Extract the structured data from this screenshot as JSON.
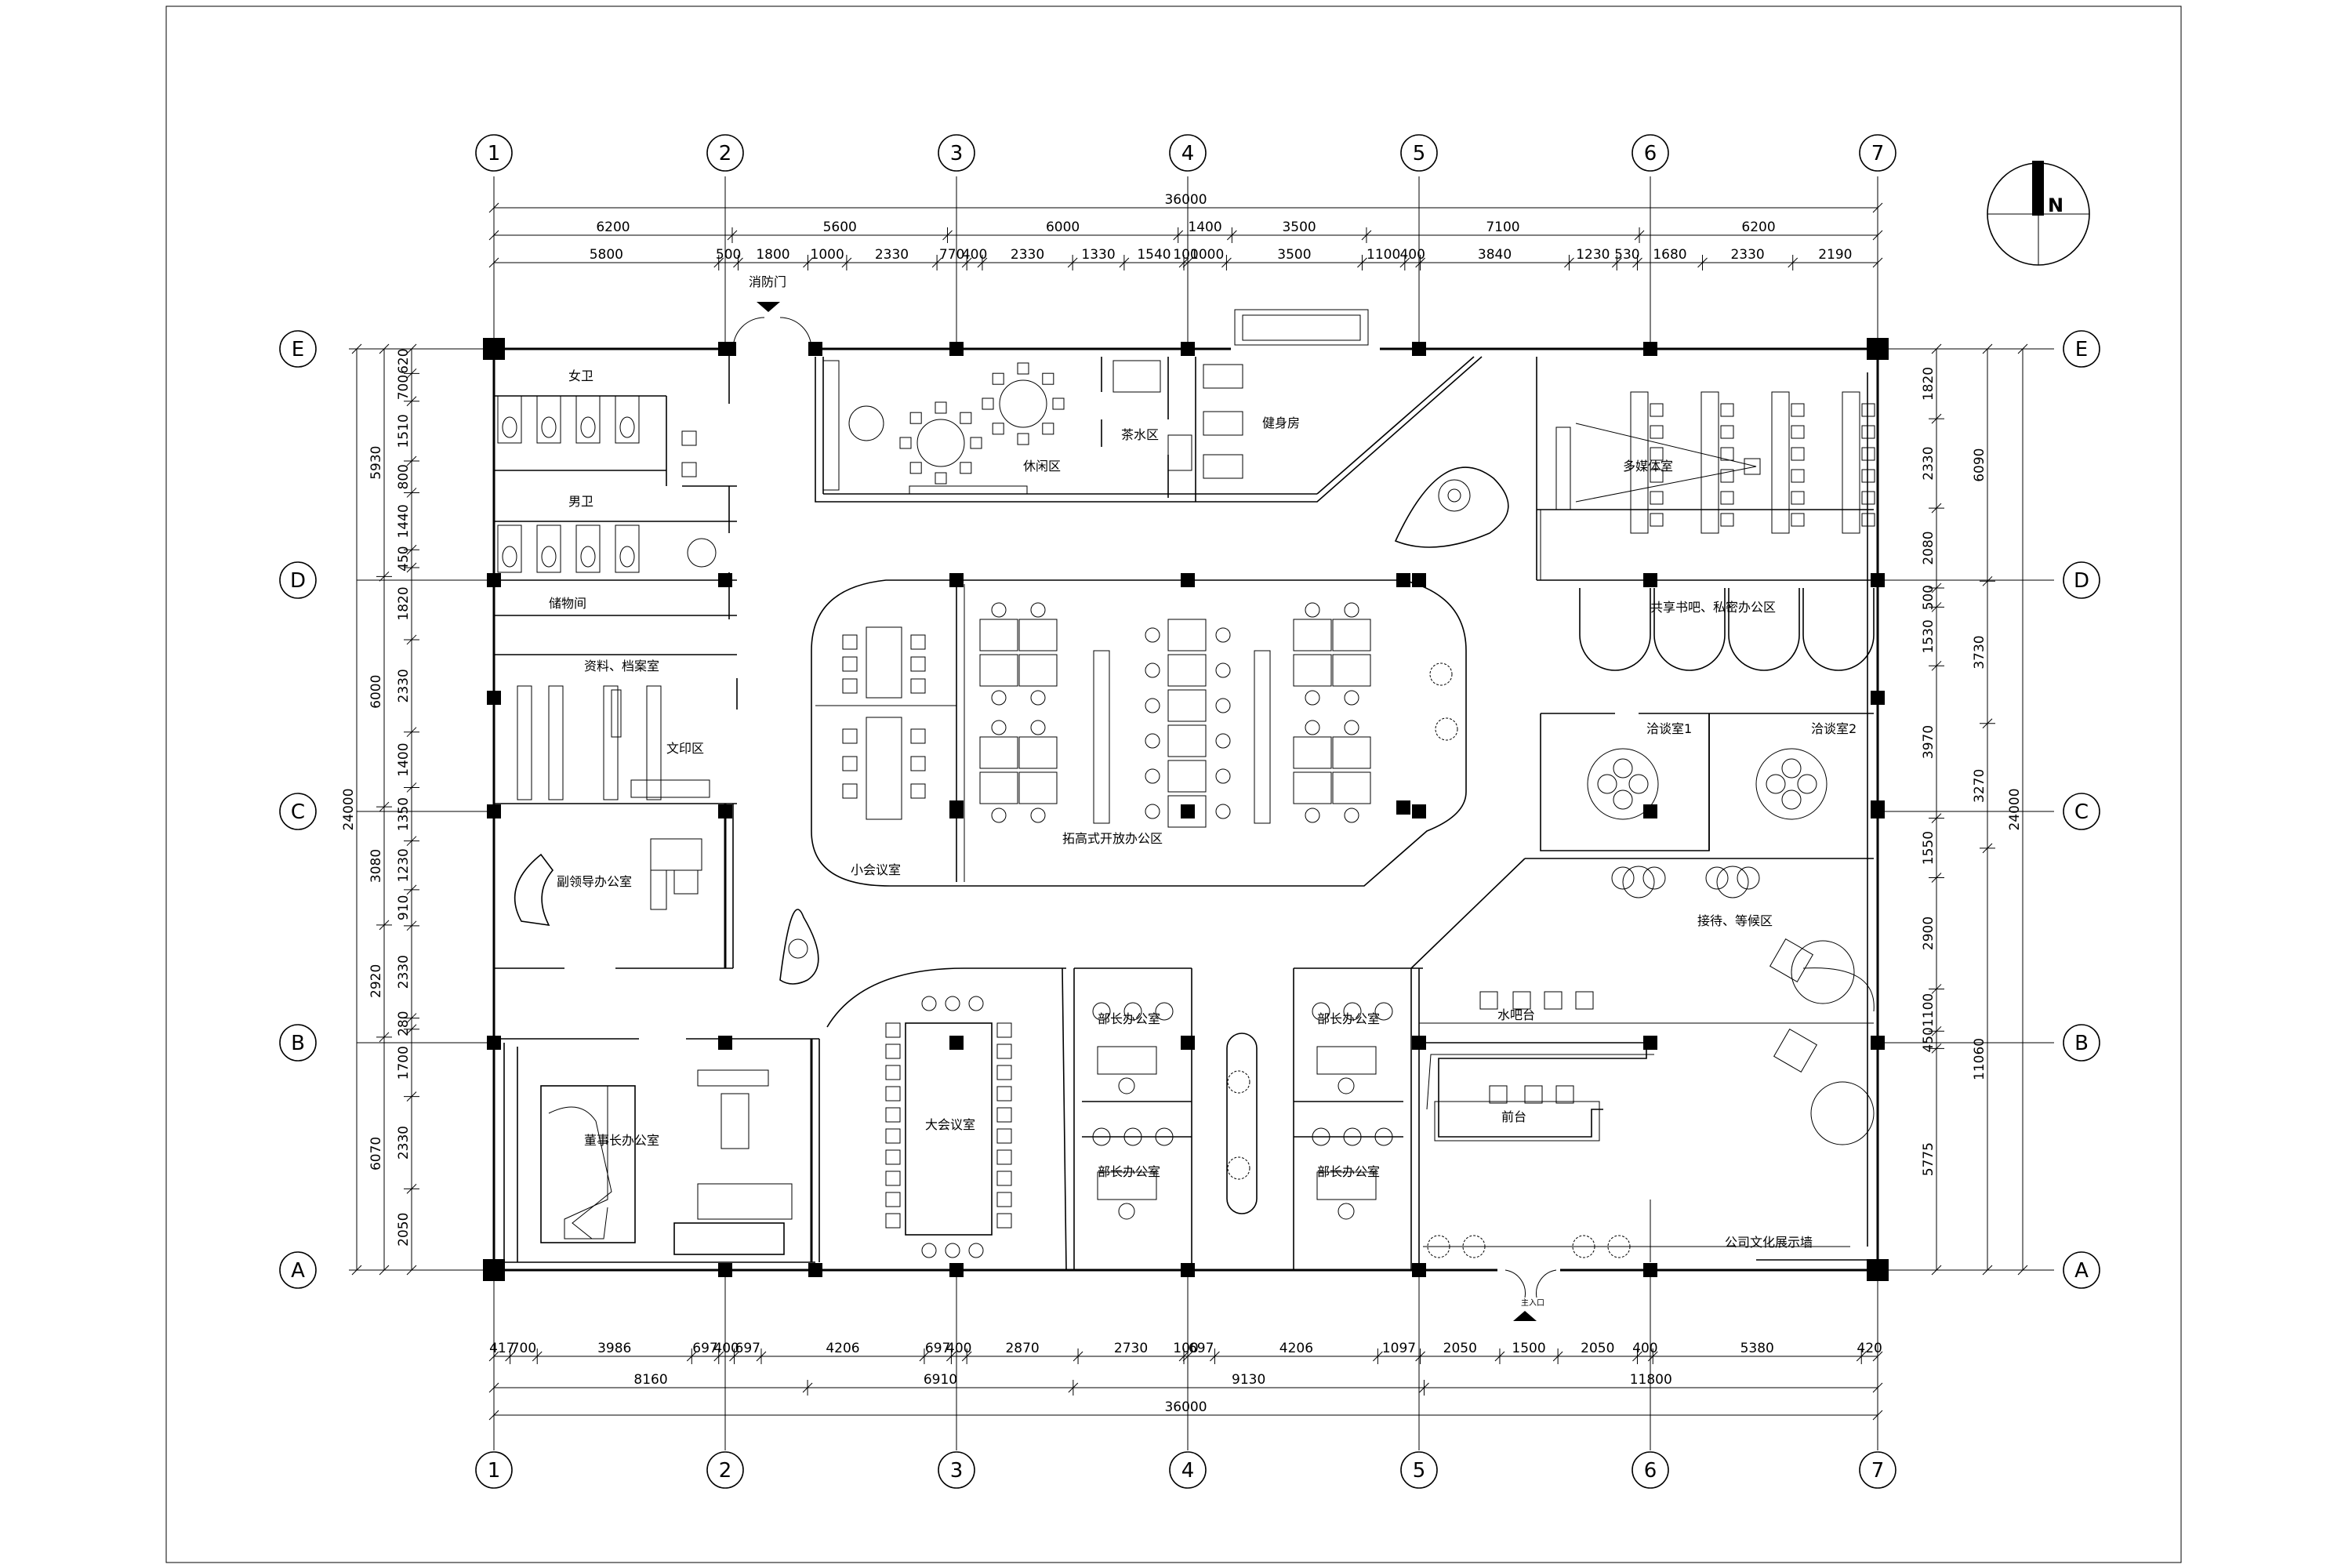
{
  "axes": {
    "columns": [
      "1",
      "2",
      "3",
      "4",
      "5",
      "6",
      "7"
    ],
    "rows": [
      "E",
      "D",
      "C",
      "B",
      "A"
    ]
  },
  "north": "N",
  "dims": {
    "top_total": "36000",
    "top_main": [
      "6200",
      "5600",
      "6000",
      "1400",
      "3500",
      "7100",
      "6200"
    ],
    "top_detail": [
      "5800",
      "500",
      "1800",
      "1000",
      "2330",
      "770",
      "400",
      "2330",
      "1330",
      "1540",
      "100",
      "1000",
      "3500",
      "1100",
      "400",
      "3840",
      "1230",
      "530",
      "1680",
      "2330",
      "2190"
    ],
    "bottom_detail": [
      "417",
      "700",
      "3986",
      "697",
      "400",
      "697",
      "4206",
      "697",
      "400",
      "2870",
      "2730",
      "100",
      "697",
      "4206",
      "1097",
      "2050",
      "1500",
      "2050",
      "400",
      "5380",
      "420"
    ],
    "bottom_main": [
      "8160",
      "6910",
      "9130",
      "11800"
    ],
    "bottom_total": "36000",
    "left_total": "24000",
    "left_main": [
      "5930",
      "6000",
      "3080",
      "2920",
      "6070"
    ],
    "left_detail": [
      "620",
      "700",
      "1510",
      "800",
      "1440",
      "450",
      "1820",
      "2330",
      "1400",
      "1350",
      "1230",
      "910",
      "2330",
      "280",
      "1700",
      "2330",
      "2050"
    ],
    "right_total": "24000",
    "right_main": [
      "6090",
      "3730",
      "3270",
      "11060"
    ],
    "right_detail": [
      "1820",
      "2330",
      "2080",
      "500",
      "1530",
      "3970",
      "1550",
      "2900",
      "1100",
      "450",
      "5775"
    ]
  },
  "rooms": {
    "female_wc": "女卫",
    "male_wc": "男卫",
    "storage": "储物间",
    "archive": "资料、档案室",
    "print": "文印区",
    "leader_office": "副领导办公室",
    "chairman_office": "董事长办公室",
    "lounge": "休闲区",
    "tea": "茶水区",
    "gym": "健身房",
    "media": "多媒体室",
    "shared_book": "共享书吧、私密办公区",
    "small_meeting": "小会议室",
    "open_office": "拓高式开放办公区",
    "talk1": "洽谈室1",
    "talk2": "洽谈室2",
    "reception_wait": "接待、等候区",
    "large_meeting": "大会议室",
    "minister_tl": "部长办公室",
    "minister_bl": "部长办公室",
    "minister_tr": "部长办公室",
    "minister_br": "部长办公室",
    "water_bar": "水吧台",
    "front_desk": "前台",
    "culture_wall": "公司文化展示墙",
    "fire_door": "消防门",
    "entrance": "主入口"
  }
}
